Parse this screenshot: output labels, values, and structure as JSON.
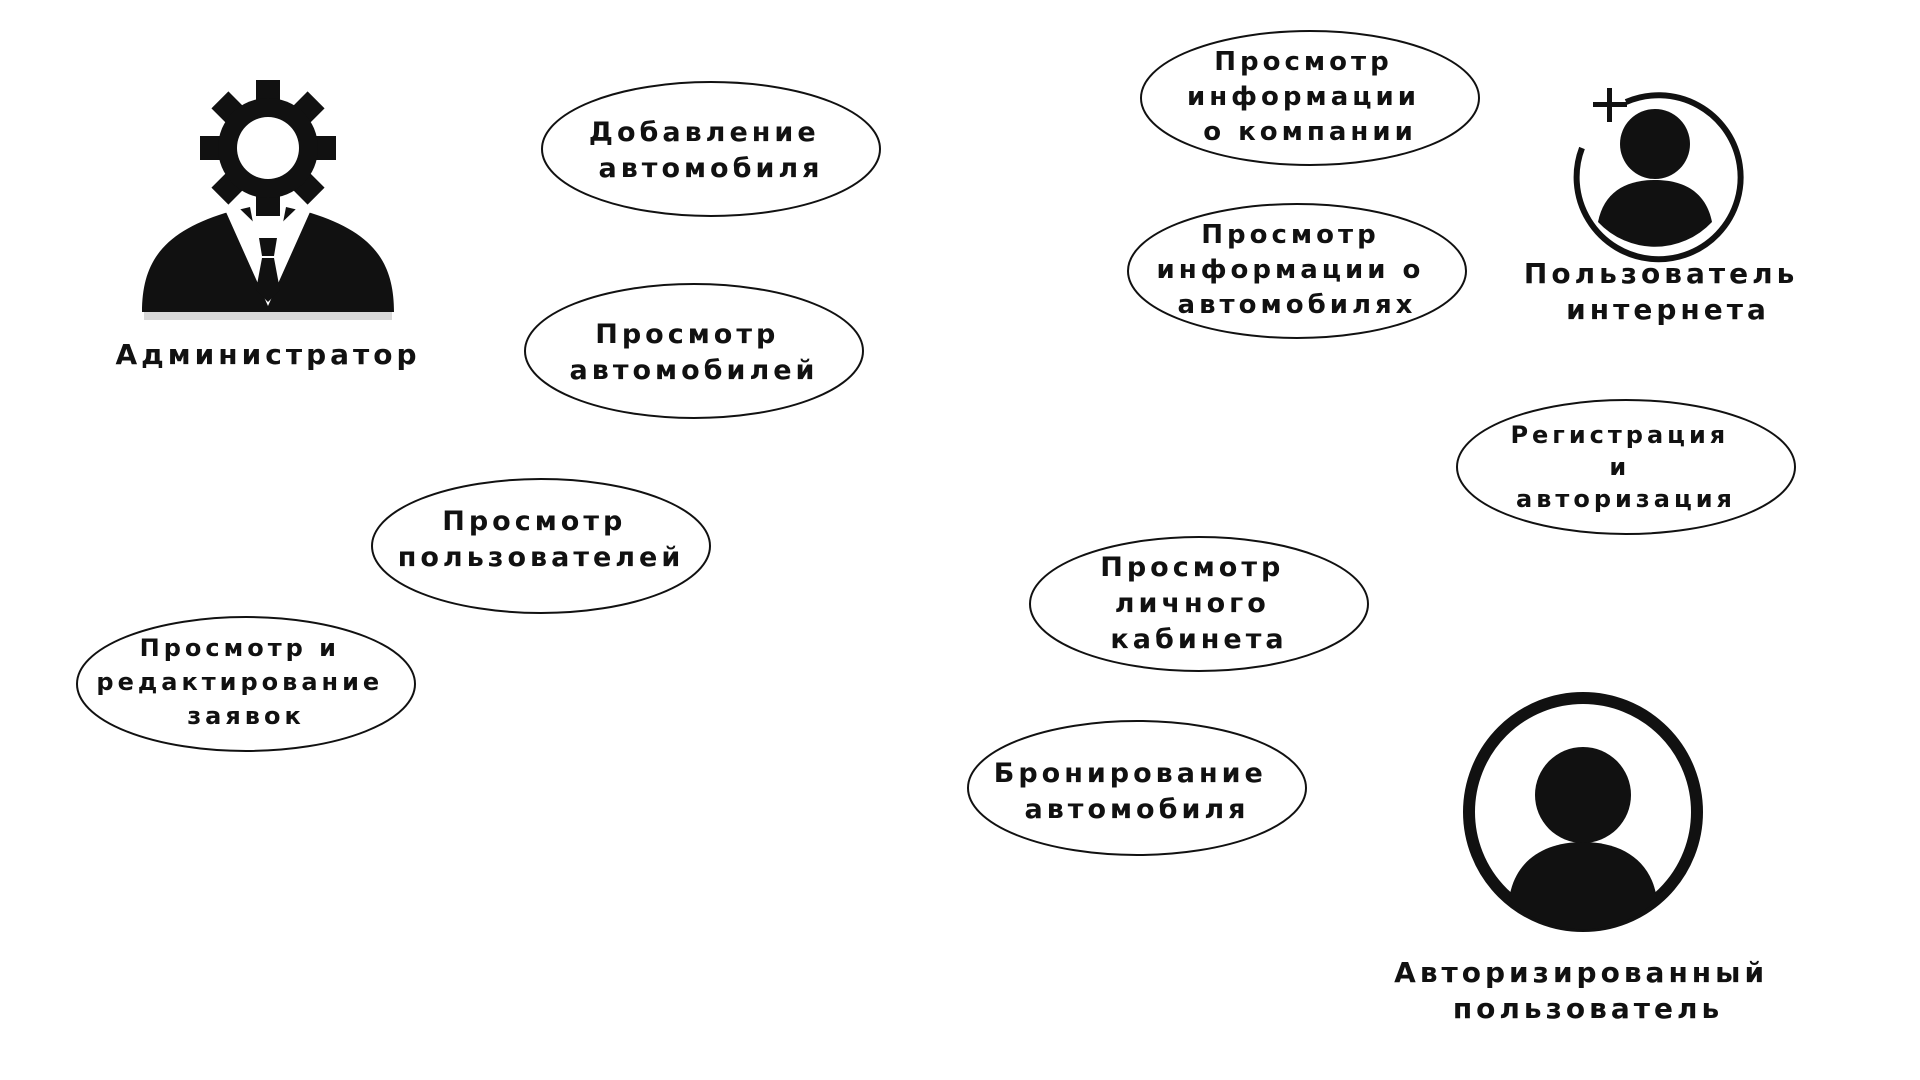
{
  "actors": {
    "admin": {
      "label": [
        "Администратор"
      ],
      "icon": "admin-gear-person-icon"
    },
    "internet_user": {
      "label": [
        "Пользователь",
        "интернета"
      ],
      "icon": "add-user-icon"
    },
    "authorized_user": {
      "label": [
        "Авторизированный",
        "пользователь"
      ],
      "icon": "user-circle-icon"
    }
  },
  "use_cases": {
    "add_car": [
      "Добавление",
      "автомобиля"
    ],
    "view_cars": [
      "Просмотр",
      "автомобилей"
    ],
    "view_users": [
      "Просмотр",
      "пользователей"
    ],
    "view_edit_requests": [
      "Просмотр и",
      "редактирование",
      "заявок"
    ],
    "view_company_info": [
      "Просмотр",
      "информации",
      "о компании"
    ],
    "view_cars_info": [
      "Просмотр",
      "информации о",
      "автомобилях"
    ],
    "register_login": [
      "Регистрация",
      "и",
      "авторизация"
    ],
    "view_account": [
      "Просмотр",
      "личного",
      "кабинета"
    ],
    "book_car": [
      "Бронирование",
      "автомобиля"
    ]
  },
  "colors": {
    "ink": "#111111",
    "background": "#ffffff"
  }
}
